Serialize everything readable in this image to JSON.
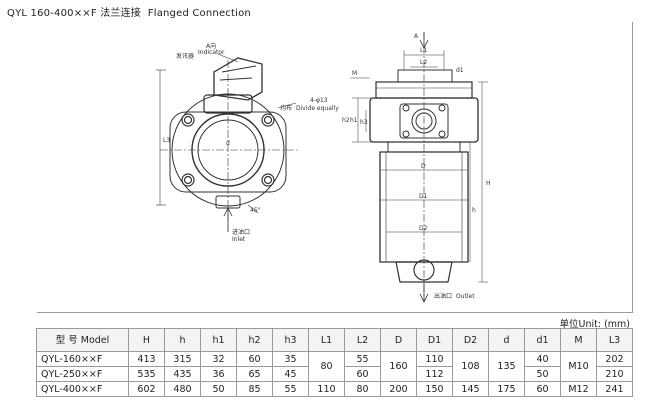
{
  "title": "QYL 160-400××F 法兰连接  Flanged Connection",
  "unit": "单位Unit: (mm)",
  "drawing": {
    "front_labels": {
      "indicator_cn": "发讯器",
      "indicator_en": "Indicator",
      "a_label": "A向",
      "hole_spec": "4-φ13",
      "divide_cn": "均布",
      "divide_en": "Divide equally",
      "d": "d",
      "angle": "45°",
      "l3": "L3",
      "inlet_cn": "进油口",
      "inlet_en": "Inlet"
    },
    "side_labels": {
      "a": "A",
      "l1": "L1",
      "l2": "L2",
      "d1_small": "d1",
      "m": "M",
      "h1": "h1",
      "h2": "h2",
      "h3": "h3",
      "big_d": "D",
      "big_d1": "D1",
      "big_d2": "D2",
      "h_big": "H",
      "h_small": "h",
      "outlet_cn": "出油口",
      "outlet_en": "Outlet"
    }
  },
  "table": {
    "headers": [
      "型 号 Model",
      "H",
      "h",
      "h1",
      "h2",
      "h3",
      "L1",
      "L2",
      "D",
      "D1",
      "D2",
      "d",
      "d1",
      "M",
      "L3"
    ],
    "rows": [
      {
        "model": "QYL-160××F",
        "H": "413",
        "h": "315",
        "h1": "32",
        "h2": "60",
        "h3": "35",
        "L2": "55",
        "D1": "110",
        "d1": "40",
        "L3": "202"
      },
      {
        "model": "QYL-250××F",
        "H": "535",
        "h": "435",
        "h1": "36",
        "h2": "65",
        "h3": "45",
        "L2": "60",
        "D1": "112",
        "d1": "50",
        "L3": "210"
      },
      {
        "model": "QYL-400××F",
        "H": "602",
        "h": "480",
        "h1": "50",
        "h2": "85",
        "h3": "55",
        "L1": "110",
        "L2": "80",
        "D": "200",
        "D1": "150",
        "D2": "145",
        "d": "175",
        "d1": "60",
        "M": "M12",
        "L3": "241"
      }
    ],
    "merged": {
      "L1_top": "80",
      "D_top": "160",
      "D2_top": "108",
      "d_top": "135",
      "M_top": "M10"
    }
  }
}
